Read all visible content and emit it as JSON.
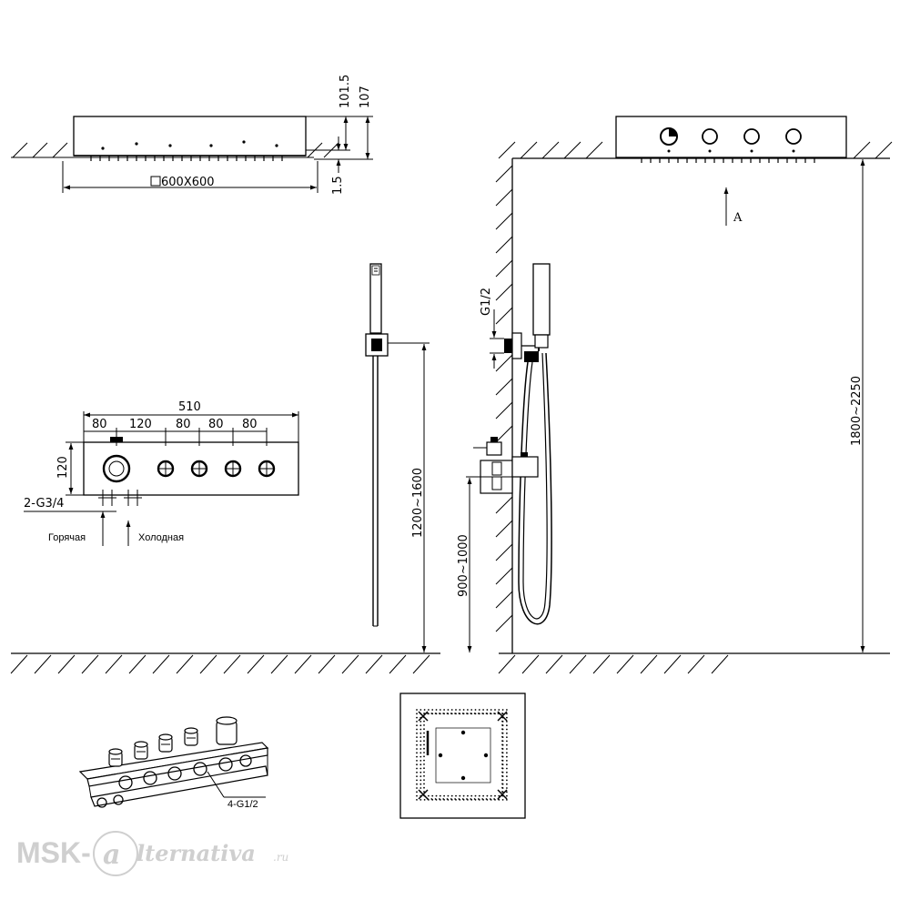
{
  "panel_view": {
    "size_label": "600X600",
    "dim_101_5": "101.5",
    "dim_107": "107",
    "dim_1_5": "1.5"
  },
  "mixer_view": {
    "width_total": "510",
    "spacing": [
      "80",
      "120",
      "80",
      "80",
      "80"
    ],
    "height": "120",
    "inlets": "2-G3/4",
    "hot_label": "Горячая",
    "cold_label": "Холодная"
  },
  "handshower_view": {
    "height_range": "1200~1600"
  },
  "side_view": {
    "thread_label": "G1/2",
    "arrow_label": "A",
    "mixer_height": "900~1000",
    "ceiling_height": "1800~2250"
  },
  "iso_view": {
    "outlets_label": "4-G1/2"
  },
  "watermark": {
    "prefix": "MSK-",
    "letter": "a",
    "suffix": "lternativa",
    "domain": ".ru"
  }
}
